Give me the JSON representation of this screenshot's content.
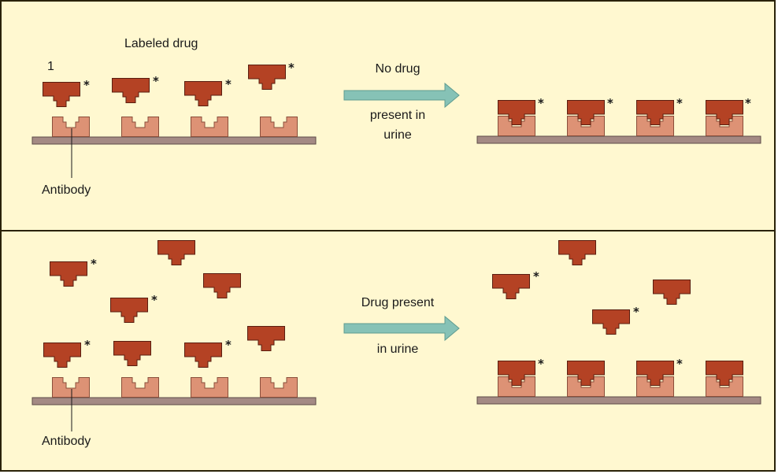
{
  "labels": {
    "labeled_drug": "Labeled drug",
    "step_number": "1",
    "antibody_top": "Antibody",
    "antibody_bottom": "Antibody",
    "top_arrow_line1": "No drug",
    "top_arrow_line2": "present in",
    "top_arrow_line3": "urine",
    "bottom_arrow_line1": "Drug present",
    "bottom_arrow_line2": "in urine",
    "label_marker": "*"
  },
  "colors": {
    "background": "#fff8d0",
    "border": "#2a2208",
    "drug": "#b44224",
    "antibody": "#dd9275",
    "platform": "#a48a84",
    "arrow": "#86c2b6"
  }
}
